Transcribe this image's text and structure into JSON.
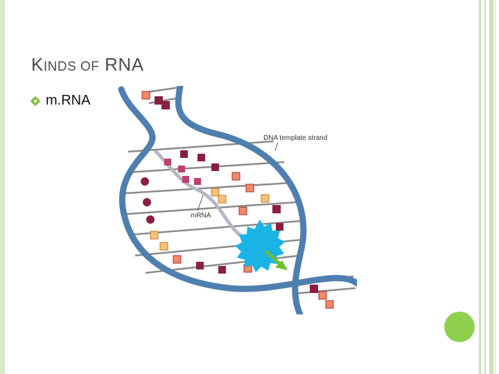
{
  "slide": {
    "title_first_letter": "K",
    "title_rest": "INDS OF",
    "title_last": "RNA",
    "bullets": [
      {
        "text": "m.RNA"
      }
    ]
  },
  "figure": {
    "label_template": "DNA template strand",
    "label_mrna": "mRNA"
  },
  "colors": {
    "frame": "#c9e4b4",
    "accent_dot": "#8fd14f",
    "helix": "#4f7fae",
    "enzyme": "#1ab3e6",
    "arrow": "#6cbf2f"
  }
}
